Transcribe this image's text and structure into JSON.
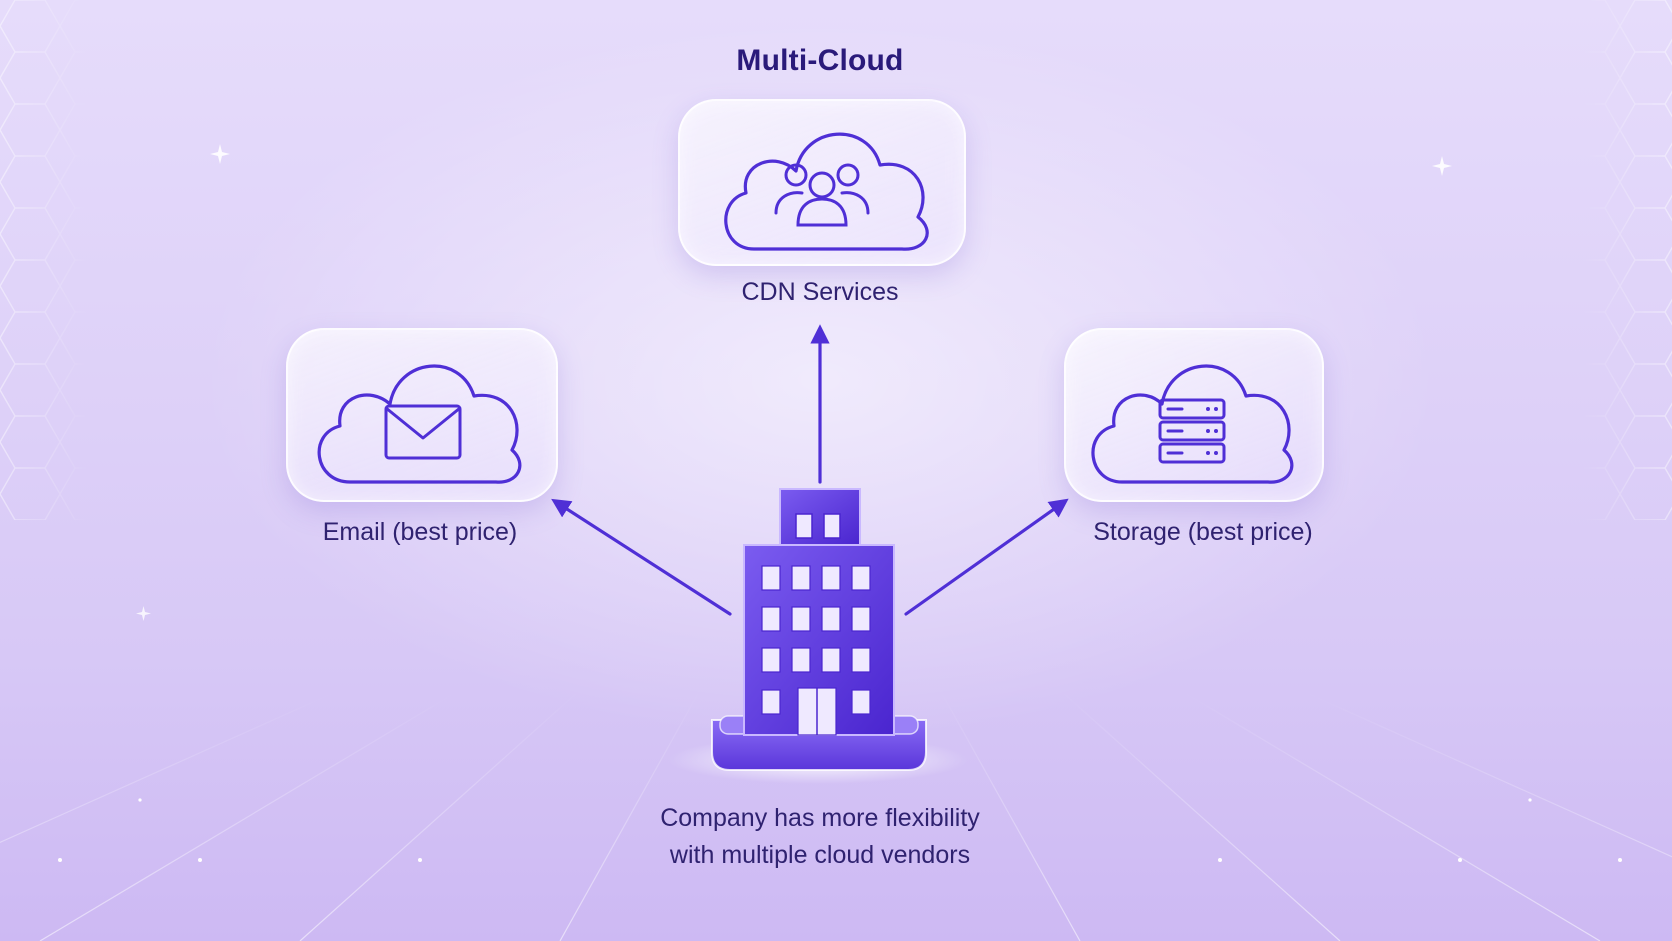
{
  "diagram": {
    "title": "Multi-Cloud",
    "nodes": [
      {
        "id": "cdn",
        "label": "CDN Services",
        "icon": "users-cloud-icon"
      },
      {
        "id": "email",
        "label": "Email (best price)",
        "icon": "mail-cloud-icon"
      },
      {
        "id": "storage",
        "label": "Storage (best price)",
        "icon": "server-cloud-icon"
      }
    ],
    "center": {
      "icon": "office-building-icon",
      "caption_line1": "Company has more flexibility",
      "caption_line2": "with multiple cloud vendors"
    },
    "edges": [
      {
        "from": "center",
        "to": "cdn"
      },
      {
        "from": "center",
        "to": "email"
      },
      {
        "from": "center",
        "to": "storage"
      }
    ]
  },
  "colors": {
    "accent": "#4f2fd6",
    "text": "#2f2270",
    "background": "#e1d5fa"
  }
}
